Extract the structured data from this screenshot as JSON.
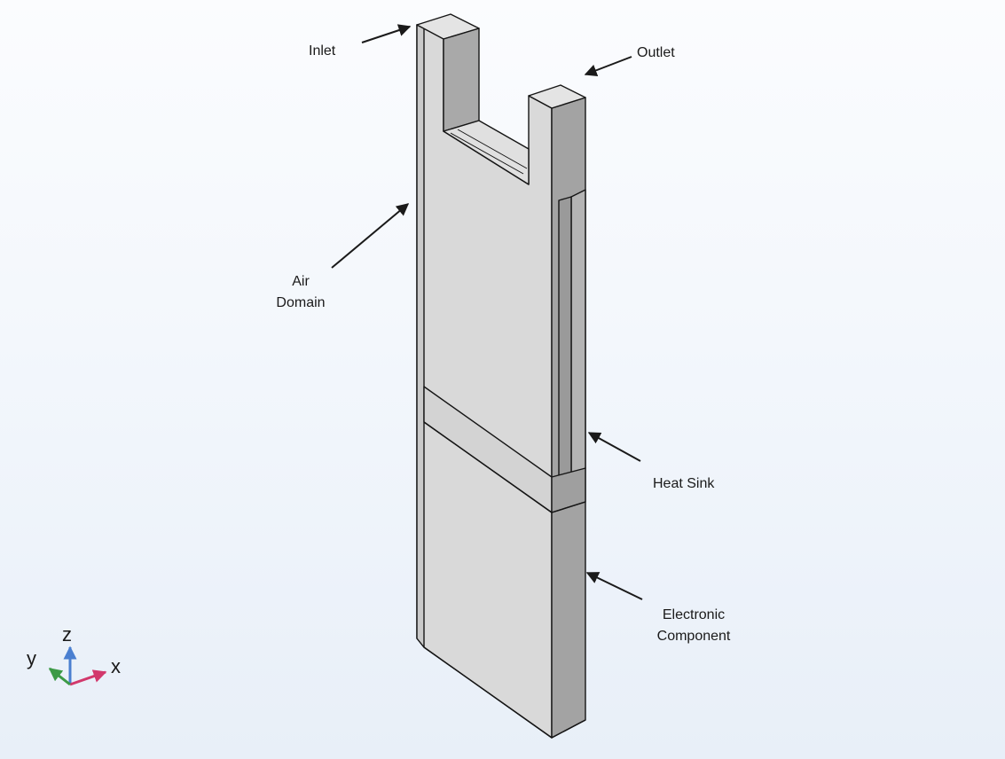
{
  "labels": {
    "inlet": "Inlet",
    "outlet": "Outlet",
    "air_line1": "Air",
    "air_line2": "Domain",
    "heat_sink": "Heat Sink",
    "electronic_line1": "Electronic",
    "electronic_line2": "Component"
  },
  "axes": {
    "x": "x",
    "y": "y",
    "z": "z",
    "colors": {
      "x": "#d2386c",
      "y": "#3c9a46",
      "z": "#4a7fd0"
    }
  },
  "colors": {
    "front_face": "#d9d9d9",
    "side_face": "#a3a3a3",
    "top_face": "#e4e4e4",
    "edge": "#151515"
  }
}
